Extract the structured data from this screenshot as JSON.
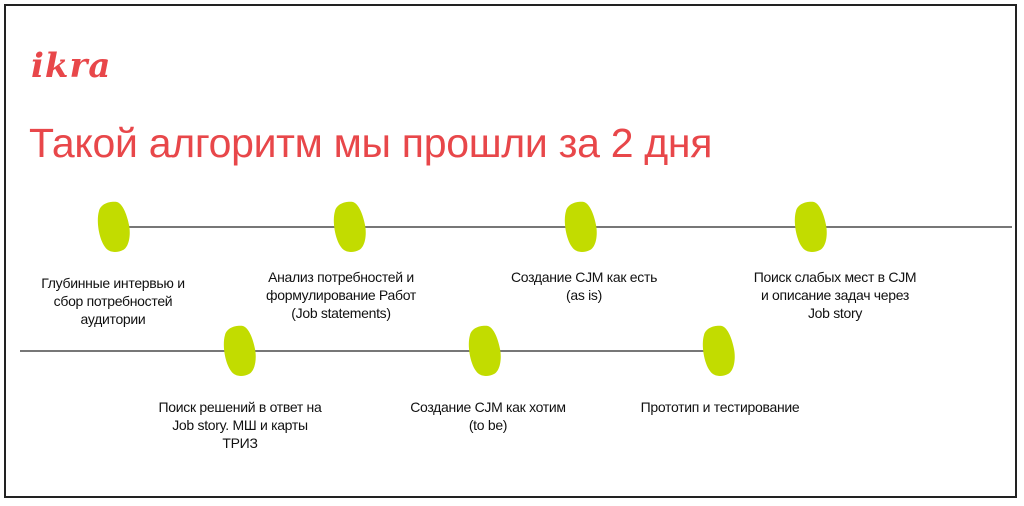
{
  "logo": "ikra",
  "title": "Такой алгоритм мы прошли за 2 дня",
  "colors": {
    "accent": "#e8474a",
    "marker": "#c2dc00",
    "line": "#777777"
  },
  "steps_top": [
    {
      "lines": [
        "Глубинные интервью и",
        "сбор потребностей",
        "аудитории"
      ]
    },
    {
      "lines": [
        "Анализ потребностей и",
        "формулирование Работ",
        "(Job statements)"
      ]
    },
    {
      "lines": [
        "Создание CJM как есть",
        "(as is)"
      ]
    },
    {
      "lines": [
        "Поиск слабых мест в CJM",
        "и описание задач через",
        "Job story"
      ]
    }
  ],
  "steps_bottom": [
    {
      "lines": [
        "Поиск решений в ответ на",
        "Job story. МШ и карты",
        "ТРИЗ"
      ]
    },
    {
      "lines": [
        "Создание CJM как хотим",
        "(to be)"
      ]
    },
    {
      "lines": [
        "Прототип и тестирование"
      ]
    }
  ]
}
